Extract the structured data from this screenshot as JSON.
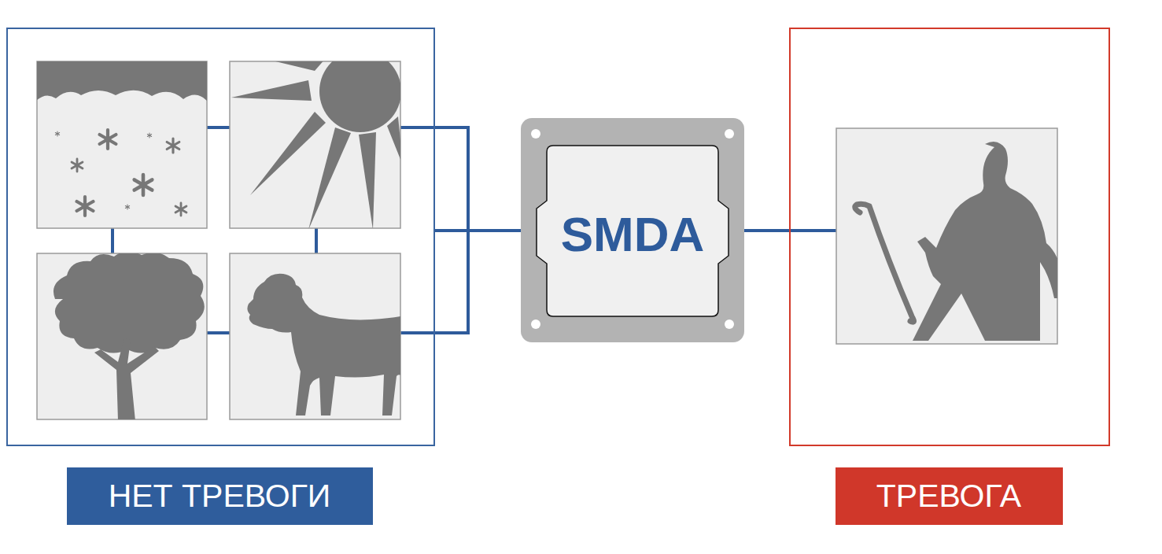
{
  "diagram": {
    "nodes": [
      {
        "text": [
          "НЕТ ТРЕВОГИ"
        ]
      },
      {
        "text": [
          "SMDA"
        ]
      },
      {
        "text": [
          "ТРЕВОГА"
        ]
      }
    ],
    "edges": [
      {
        "from": 0,
        "to": 1,
        "arrow": "none"
      },
      {
        "from": 1,
        "to": 2,
        "arrow": "none"
      }
    ]
  }
}
